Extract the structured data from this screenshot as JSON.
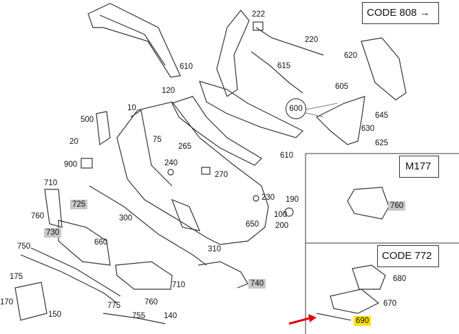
{
  "codes": {
    "code808": "CODE 808 →",
    "m177": "M177",
    "code772": "CODE 772"
  },
  "parts": {
    "p10": "10",
    "p20": "20",
    "p75": "75",
    "p100": "100",
    "p120": "120",
    "p140": "140",
    "p150": "150",
    "p170": "170",
    "p175": "175",
    "p190": "190",
    "p200": "200",
    "p220": "220",
    "p222": "222",
    "p230": "230",
    "p240": "240",
    "p265": "265",
    "p270": "270",
    "p300": "300",
    "p310": "310",
    "p500": "500",
    "p600": "600",
    "p605": "605",
    "p610a": "610",
    "p610b": "610",
    "p615": "615",
    "p620": "620",
    "p625": "625",
    "p630": "630",
    "p645": "645",
    "p650": "650",
    "p660": "660",
    "p670": "670",
    "p680": "680",
    "p690": "690",
    "p710a": "710",
    "p710b": "710",
    "p725": "725",
    "p730": "730",
    "p740": "740",
    "p750": "750",
    "p755": "755",
    "p760a": "760",
    "p760b": "760",
    "p760c": "760",
    "p775": "775",
    "p900": "900"
  },
  "colors": {
    "highlight_gray": "#c8c8c8",
    "highlight_yellow": "#ffe000",
    "arrow_red": "#e00000"
  }
}
